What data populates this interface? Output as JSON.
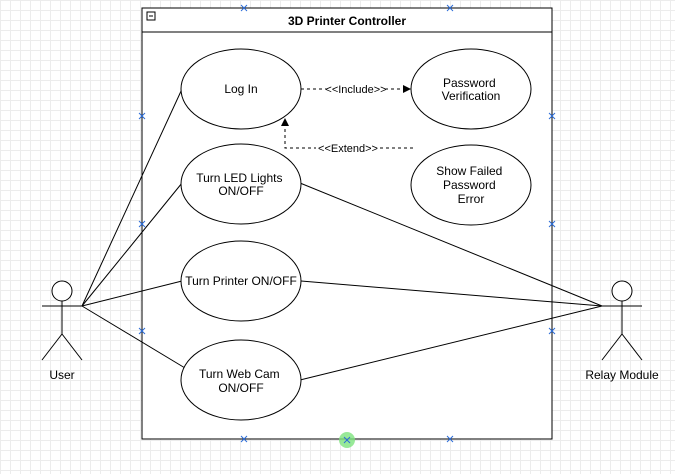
{
  "system": {
    "title": "3D Printer Controller",
    "collapse_glyph": "−"
  },
  "actors": {
    "user": {
      "label": "User"
    },
    "relay": {
      "label": "Relay Module"
    }
  },
  "use_cases": {
    "login": {
      "lines": [
        "Log In"
      ]
    },
    "password": {
      "lines": [
        "Password",
        "Verification"
      ]
    },
    "led": {
      "lines": [
        "Turn LED Lights",
        "ON/OFF"
      ]
    },
    "failed": {
      "lines": [
        "Show Failed",
        "Password",
        "Error"
      ]
    },
    "printer": {
      "lines": [
        "Turn Printer ON/OFF"
      ]
    },
    "webcam": {
      "lines": [
        "Turn Web Cam",
        "ON/OFF"
      ]
    }
  },
  "relations": {
    "include_label": "<<Include>>",
    "extend_label": "<<Extend>>"
  },
  "colors": {
    "stroke": "#000000",
    "selection_handle": "#2b6cd8",
    "hover_dot": "#7ee37e"
  }
}
